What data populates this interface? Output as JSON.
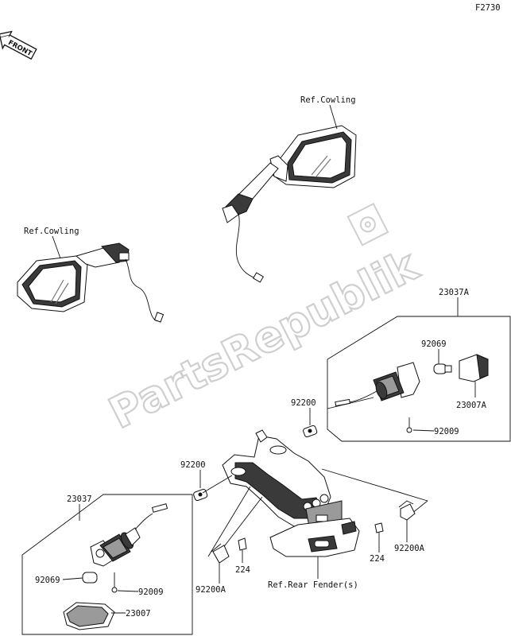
{
  "diagram_code": "F2730",
  "front_badge": "FRONT",
  "watermark": "PartsRepublik",
  "colors": {
    "ink": "#111111",
    "watermark": "#cfcfcf",
    "background": "#ffffff"
  },
  "labels": {
    "ref_cowling_top": "Ref.Cowling",
    "ref_cowling_left": "Ref.Cowling",
    "p23037A": "23037A",
    "p92069_top": "92069",
    "p23007A": "23007A",
    "p92200_top": "92200",
    "p92009_top": "92009",
    "p92200_mid": "92200",
    "p23037": "23037",
    "p92069_bot": "92069",
    "p92009_bot": "92009",
    "p23007": "23007",
    "p224_left": "224",
    "p92200A_left": "92200A",
    "ref_rear_fender": "Ref.Rear Fender(s)",
    "p224_right": "224",
    "p92200A_right": "92200A"
  }
}
